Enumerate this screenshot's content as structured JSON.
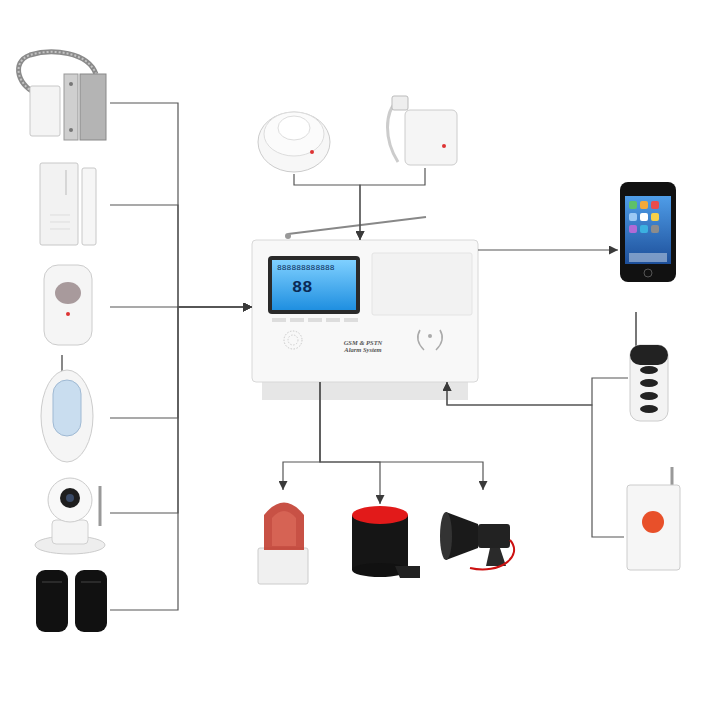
{
  "diagram": {
    "nodes": [
      {
        "text": []
      },
      {
        "text": []
      },
      {
        "text": []
      },
      {
        "text": []
      },
      {
        "text": []
      },
      {
        "text": []
      },
      {
        "text": []
      },
      {
        "text": []
      },
      {
        "text": [
          "GSM & PSTN Alarm System"
        ]
      },
      {
        "text": []
      },
      {
        "text": []
      },
      {
        "text": []
      },
      {
        "text": []
      },
      {
        "text": []
      },
      {
        "text": []
      }
    ],
    "edges": [
      {
        "from": 0,
        "to": 8,
        "arrow": "to"
      },
      {
        "from": 1,
        "to": 8,
        "arrow": "to"
      },
      {
        "from": 2,
        "to": 8,
        "arrow": "to"
      },
      {
        "from": 3,
        "to": 8,
        "arrow": "to"
      },
      {
        "from": 4,
        "to": 8,
        "arrow": "to"
      },
      {
        "from": 5,
        "to": 8,
        "arrow": "to"
      },
      {
        "from": 6,
        "to": 8,
        "arrow": "to"
      },
      {
        "from": 7,
        "to": 8,
        "arrow": "to"
      },
      {
        "from": 8,
        "to": 9,
        "arrow": "to"
      },
      {
        "from": 10,
        "to": 8,
        "arrow": "to"
      },
      {
        "from": 11,
        "to": 8,
        "arrow": "to"
      },
      {
        "from": 8,
        "to": 12,
        "arrow": "to"
      },
      {
        "from": 8,
        "to": 13,
        "arrow": "to"
      },
      {
        "from": 8,
        "to": 14,
        "arrow": "to"
      }
    ],
    "labels": [
      "888888888888",
      "88"
    ]
  }
}
